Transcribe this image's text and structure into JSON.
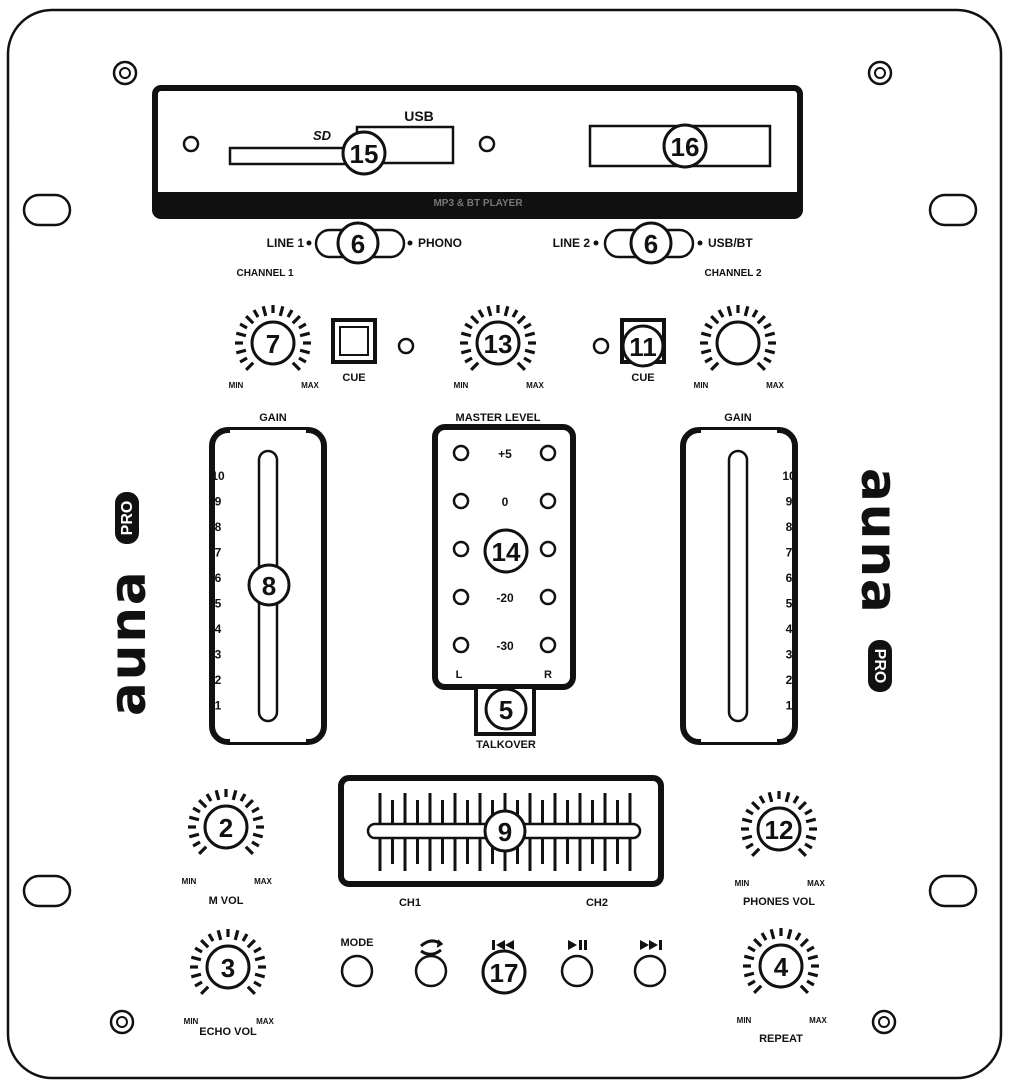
{
  "player": {
    "usb_label": "USB",
    "sd_label": "SD",
    "panel_text": "MP3 & BT PLAYER",
    "slot_number": "15",
    "display_number": "16"
  },
  "selectors": {
    "left": {
      "left_label": "LINE 1",
      "right_label": "PHONO",
      "number": "6",
      "channel_label": "CHANNEL 1"
    },
    "right": {
      "left_label": "LINE 2",
      "right_label": "USB/BT",
      "number": "6",
      "channel_label": "CHANNEL 2"
    }
  },
  "knobs": {
    "gain1": {
      "number": "7",
      "min": "MIN",
      "max": "MAX",
      "label": "GAIN"
    },
    "master": {
      "number": "13",
      "min": "MIN",
      "max": "MAX",
      "label": "MASTER LEVEL"
    },
    "gain2": {
      "min": "MIN",
      "max": "MAX",
      "label": "GAIN"
    },
    "mvol": {
      "number": "2",
      "min": "MIN",
      "max": "MAX",
      "label": "M VOL"
    },
    "echo": {
      "number": "3",
      "min": "MIN",
      "max": "MAX",
      "label": "ECHO VOL"
    },
    "phones": {
      "number": "12",
      "min": "MIN",
      "max": "MAX",
      "label": "PHONES VOL"
    },
    "repeat": {
      "number": "4",
      "min": "MIN",
      "max": "MAX",
      "label": "REPEAT"
    }
  },
  "cue": {
    "left": {
      "label": "CUE"
    },
    "right": {
      "label": "CUE",
      "number": "11"
    }
  },
  "faders": {
    "left": {
      "number": "8"
    },
    "scale": [
      "10",
      "9",
      "8",
      "7",
      "6",
      "5",
      "4",
      "3",
      "2",
      "1"
    ]
  },
  "meter": {
    "number": "14",
    "levels": [
      "+5",
      "0",
      "",
      "-20",
      "-30"
    ],
    "l_label": "L",
    "r_label": "R"
  },
  "talkover": {
    "number": "5",
    "label": "TALKOVER"
  },
  "crossfader": {
    "number": "9",
    "left_label": "CH1",
    "right_label": "CH2"
  },
  "transport": {
    "mode_label": "MODE",
    "repeat_icon": "repeat-icon",
    "prev_icon": "skip-previous-icon",
    "playpause_icon": "play-pause-icon",
    "next_icon": "skip-next-icon",
    "number": "17"
  },
  "brand": {
    "name": "auna",
    "badge": "PRO"
  }
}
